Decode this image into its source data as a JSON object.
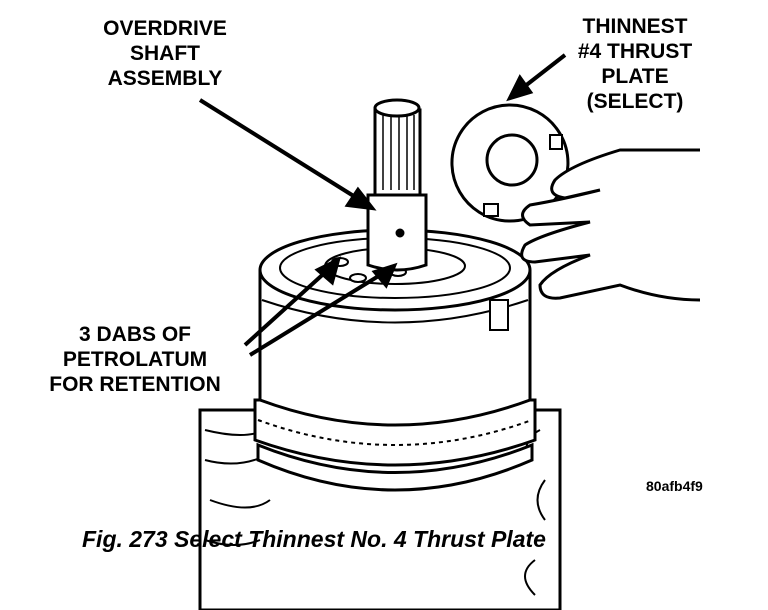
{
  "labels": {
    "overdrive_shaft": [
      "OVERDRIVE",
      "SHAFT",
      "ASSEMBLY"
    ],
    "thrust_plate": [
      "THINNEST",
      "#4 THRUST",
      "PLATE",
      "(SELECT)"
    ],
    "petrolatum": [
      "3 DABS OF",
      "PETROLATUM",
      "FOR RETENTION"
    ]
  },
  "figure_code": "80afb4f9",
  "caption": "Fig. 273 Select Thinnest No. 4 Thrust Plate"
}
